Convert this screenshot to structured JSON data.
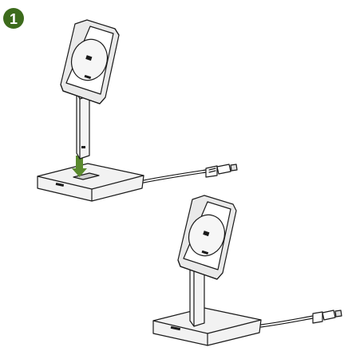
{
  "step": {
    "number": "1",
    "badge_color": "#3d6b1c"
  },
  "illustrations": [
    {
      "name": "stand-assembly-exploded",
      "description_icon": "magnetic-charger-stand-insert"
    },
    {
      "name": "stand-assembled",
      "description_icon": "magnetic-charger-stand-complete"
    }
  ],
  "colors": {
    "line": "#1a1a1a",
    "pad": "#e9e9e9",
    "pad_inner": "#f4f4f4",
    "base": "#f2f2f2",
    "arrow": "#5b8a2e"
  }
}
